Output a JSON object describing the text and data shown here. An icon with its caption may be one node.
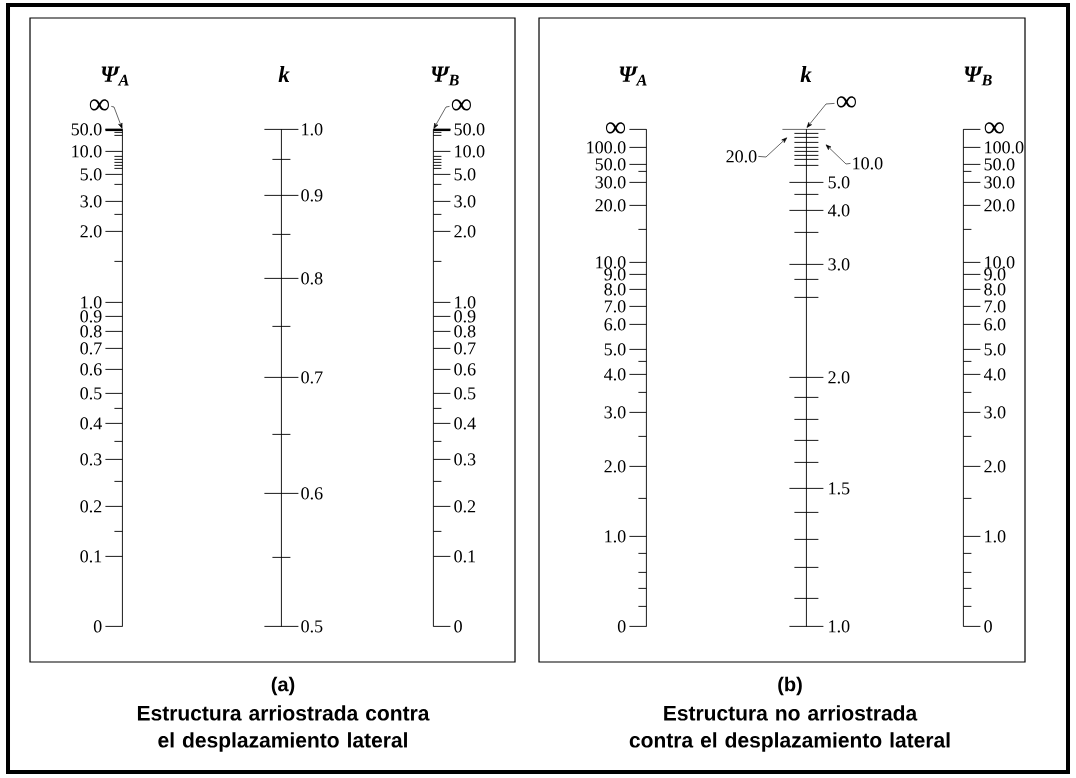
{
  "diagram": {
    "nodes": [
      {
        "text": [],
        "shape": "box"
      },
      {
        "text": [
          "∞"
        ],
        "in": 0
      },
      {
        "text": [],
        "shape": "scale",
        "in": 0
      },
      {
        "text": [],
        "shape": "scale",
        "in": 0
      },
      {
        "text": [],
        "shape": "scale",
        "in": 0
      },
      {
        "text": [
          "∞"
        ],
        "in": 0
      },
      {
        "text": [],
        "shape": "box"
      },
      {
        "text": [],
        "shape": "scale",
        "in": 6
      },
      {
        "text": [
          "20.0"
        ],
        "in": 6
      },
      {
        "text": [
          "∞"
        ],
        "in": 6
      },
      {
        "text": [],
        "shape": "scale",
        "in": 6
      },
      {
        "text": [
          "10.0"
        ],
        "in": 6
      },
      {
        "text": [],
        "shape": "scale",
        "in": 6
      }
    ],
    "edges": [
      {
        "from": 1,
        "to": 2,
        "arrow": "to"
      },
      {
        "from": 5,
        "to": 4,
        "arrow": "to"
      },
      {
        "from": 9,
        "to": 10,
        "arrow": "to"
      },
      {
        "from": 8,
        "to": 10,
        "arrow": "to"
      },
      {
        "from": 11,
        "to": 10,
        "arrow": "to"
      }
    ],
    "labels": [
      "Ψ$_{A}$",
      "k",
      "Ψ$_{B}$",
      "50.0",
      "10.0",
      "5.0",
      "3.0",
      "2.0",
      "1.0",
      "0.9",
      "0.8",
      "0.7",
      "0.6",
      "0.5",
      "0.4",
      "0.3",
      "0.2",
      "0.1",
      "0",
      "1.0",
      "0.9",
      "0.8",
      "0.7",
      "0.6",
      "0.5",
      "50.0",
      "10.0",
      "5.0",
      "3.0",
      "2.0",
      "1.0",
      "0.9",
      "0.8",
      "0.7",
      "0.6",
      "0.5",
      "0.4",
      "0.3",
      "0.2",
      "0.1",
      "0",
      "(a)",
      "Estructura arriostrada contra el desplazamiento lateral",
      "Ψ$_{A}$",
      "k",
      "Ψ$_{B}$",
      "∞",
      "100.0",
      "50.0",
      "30.0",
      "20.0",
      "10.0",
      "9.0",
      "8.0",
      "7.0",
      "6.0",
      "5.0",
      "4.0",
      "3.0",
      "2.0",
      "1.0",
      "0",
      "5.0",
      "4.0",
      "3.0",
      "2.0",
      "1.5",
      "1.0",
      "∞",
      "100.0",
      "50.0",
      "30.0",
      "20.0",
      "10.0",
      "9.0",
      "8.0",
      "7.0",
      "6.0",
      "5.0",
      "4.0",
      "3.0",
      "2.0",
      "1.0",
      "0",
      "(b)",
      "Estructura no arriostrada contra el desplazamiento lateral"
    ]
  }
}
